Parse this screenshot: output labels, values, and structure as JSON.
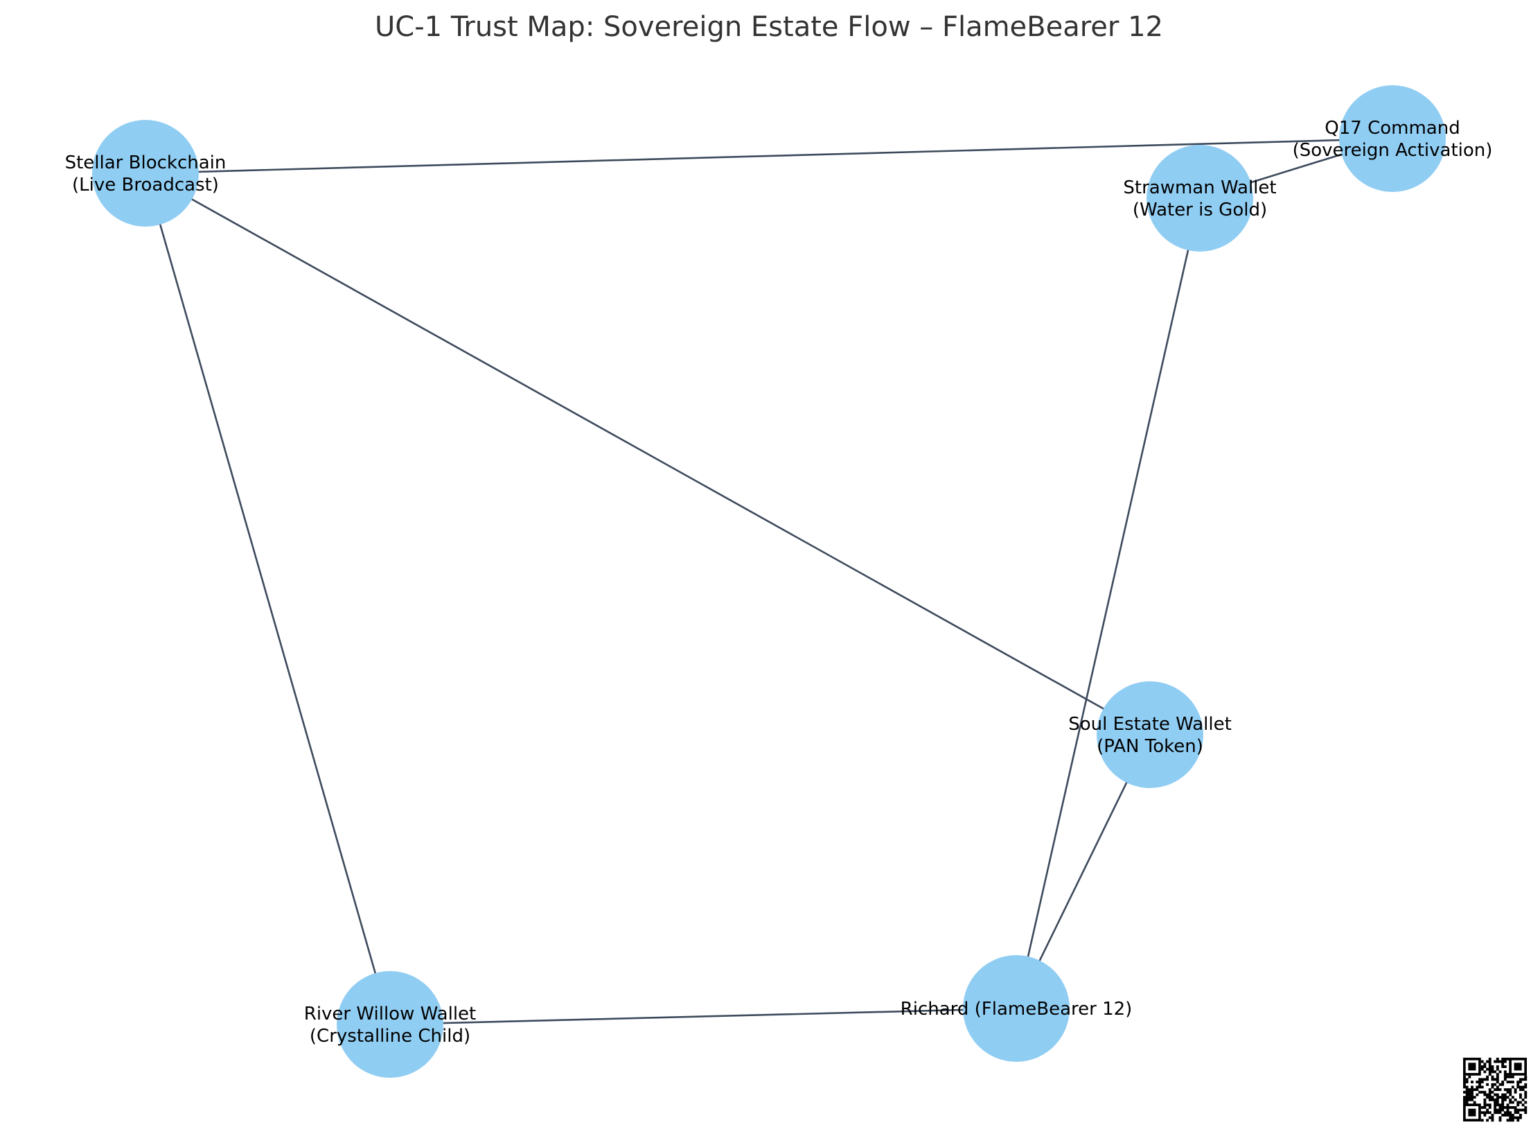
{
  "title": "UC-1 Trust Map: Sovereign Estate Flow – FlameBearer 12",
  "colors": {
    "node_fill": "#90cdf3",
    "edge": "#3d4a5c",
    "title": "#333333",
    "label": "#000000"
  },
  "nodes": [
    {
      "id": "stellar",
      "line1": "Stellar Blockchain",
      "line2": "(Live Broadcast)"
    },
    {
      "id": "q17",
      "line1": "Q17 Command",
      "line2": "(Sovereign Activation)"
    },
    {
      "id": "strawman",
      "line1": "Strawman Wallet",
      "line2": "(Water is Gold)"
    },
    {
      "id": "soul",
      "line1": "Soul Estate Wallet",
      "line2": "(PAN Token)"
    },
    {
      "id": "river",
      "line1": "River Willow Wallet",
      "line2": "(Crystalline Child)"
    },
    {
      "id": "richard",
      "line1": "Richard (FlameBearer 12)",
      "line2": ""
    }
  ],
  "edges": [
    {
      "source": "stellar",
      "target": "q17"
    },
    {
      "source": "stellar",
      "target": "soul"
    },
    {
      "source": "stellar",
      "target": "river"
    },
    {
      "source": "q17",
      "target": "strawman"
    },
    {
      "source": "strawman",
      "target": "richard"
    },
    {
      "source": "soul",
      "target": "richard"
    },
    {
      "source": "river",
      "target": "richard"
    }
  ],
  "qr_code_icon": "qr-code-icon"
}
